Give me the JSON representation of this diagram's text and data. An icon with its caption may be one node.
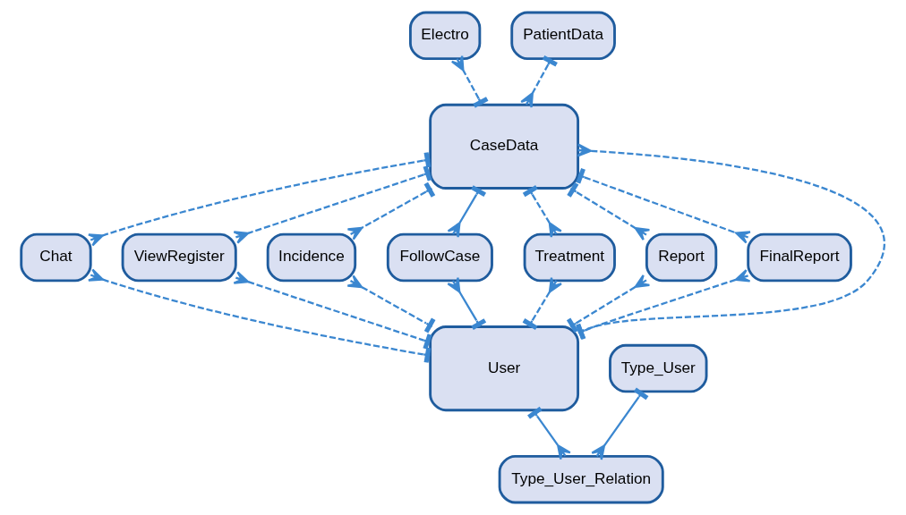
{
  "diagram": {
    "nodes": [
      {
        "text": [
          "Electro"
        ]
      },
      {
        "text": [
          "PatientData"
        ]
      },
      {
        "text": [
          "CaseData"
        ]
      },
      {
        "text": [
          "Chat"
        ]
      },
      {
        "text": [
          "ViewRegister"
        ]
      },
      {
        "text": [
          "Incidence"
        ]
      },
      {
        "text": [
          "FollowCase"
        ]
      },
      {
        "text": [
          "Treatment"
        ]
      },
      {
        "text": [
          "Report"
        ]
      },
      {
        "text": [
          "FinalReport"
        ]
      },
      {
        "text": [
          "User"
        ]
      },
      {
        "text": [
          "Type_User"
        ]
      },
      {
        "text": [
          "Type_User_Relation"
        ]
      }
    ],
    "edges": [
      {
        "from": 2,
        "to": 0,
        "arrow": "other",
        "style": "dashed"
      },
      {
        "from": 1,
        "to": 2,
        "arrow": "other",
        "style": "dashed"
      },
      {
        "from": 2,
        "to": 6,
        "arrow": "other"
      },
      {
        "from": 10,
        "to": 6,
        "arrow": "other"
      },
      {
        "from": 10,
        "to": 2,
        "arrow": "other",
        "style": "dashed"
      },
      {
        "from": 2,
        "to": 3,
        "arrow": "other",
        "style": "dashed"
      },
      {
        "from": 2,
        "to": 4,
        "arrow": "other",
        "style": "dashed"
      },
      {
        "from": 2,
        "to": 5,
        "arrow": "other",
        "style": "dashed"
      },
      {
        "from": 2,
        "to": 7,
        "arrow": "other",
        "style": "dashed"
      },
      {
        "from": 2,
        "to": 8,
        "arrow": "other",
        "style": "dashed"
      },
      {
        "from": 2,
        "to": 9,
        "arrow": "other",
        "style": "dashed"
      },
      {
        "from": 10,
        "to": 3,
        "arrow": "other",
        "style": "dashed"
      },
      {
        "from": 10,
        "to": 4,
        "arrow": "other",
        "style": "dashed"
      },
      {
        "from": 10,
        "to": 5,
        "arrow": "other",
        "style": "dashed"
      },
      {
        "from": 10,
        "to": 7,
        "arrow": "other",
        "style": "dashed"
      },
      {
        "from": 10,
        "to": 8,
        "arrow": "other",
        "style": "dashed"
      },
      {
        "from": 10,
        "to": 9,
        "arrow": "other",
        "style": "dashed"
      },
      {
        "from": 10,
        "to": 12,
        "arrow": "other"
      },
      {
        "from": 11,
        "to": 12,
        "arrow": "other"
      }
    ]
  }
}
